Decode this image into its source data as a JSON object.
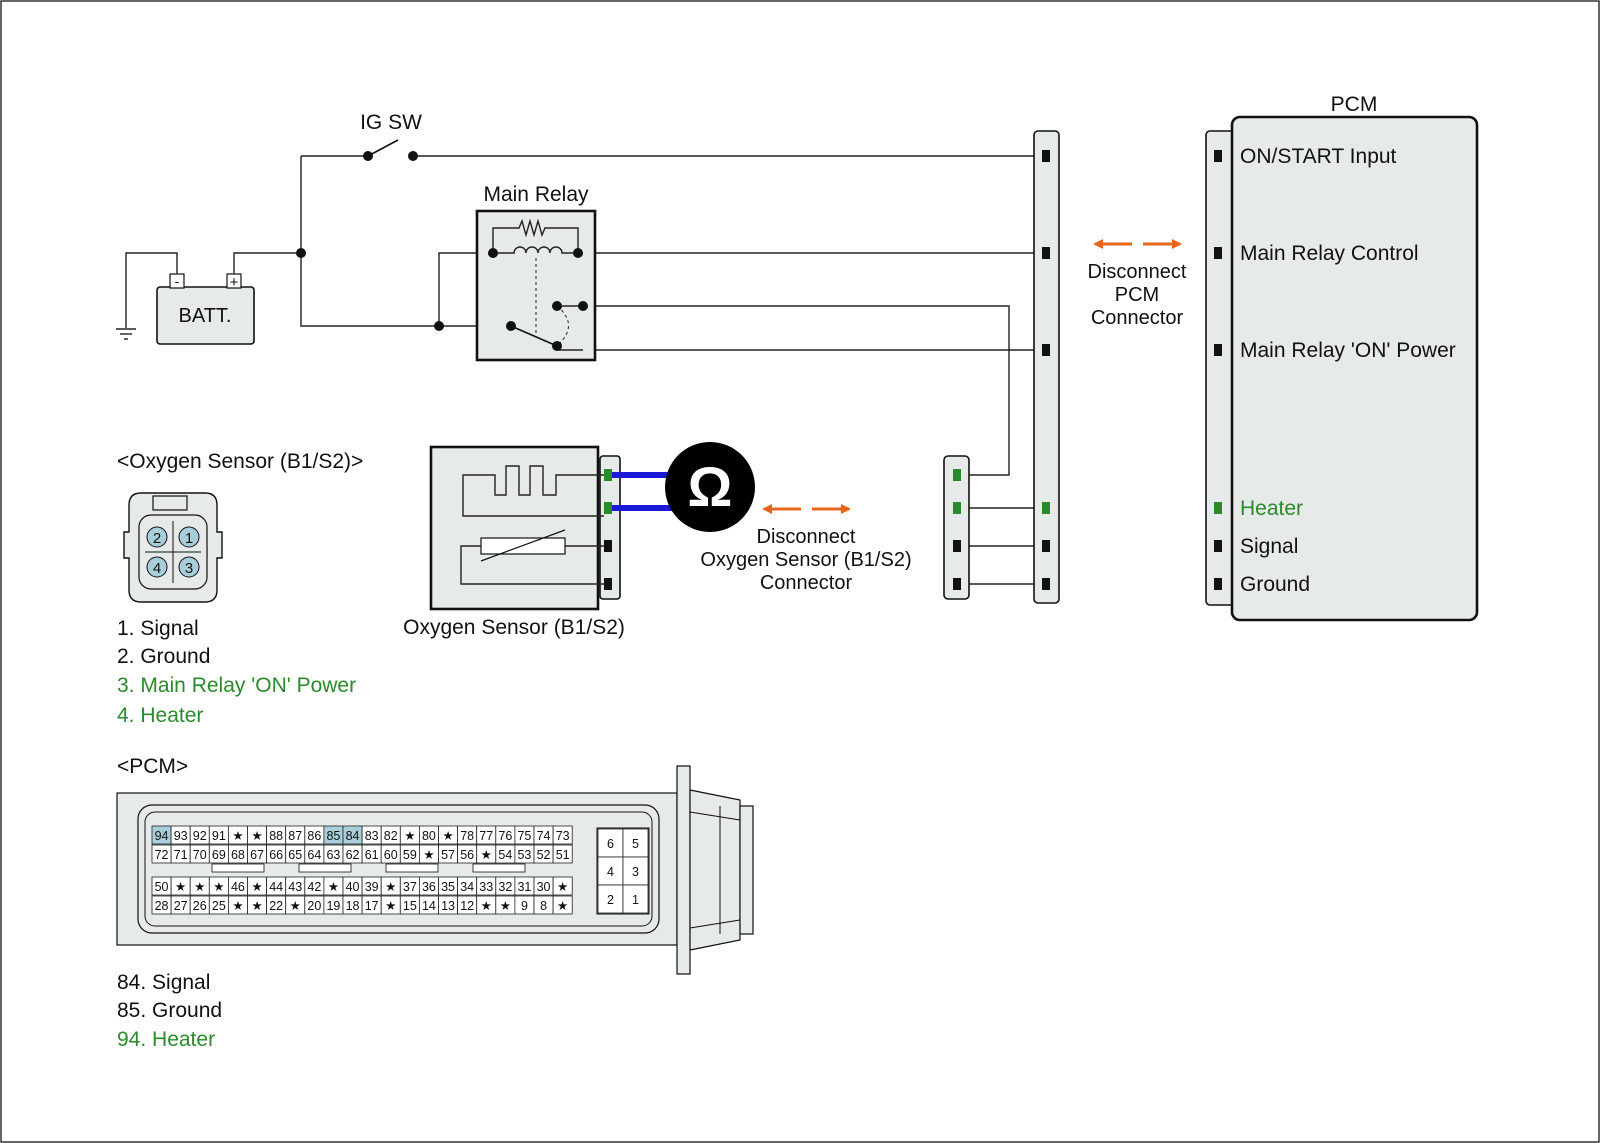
{
  "components": {
    "ig_sw": "IG SW",
    "main_relay": "Main Relay",
    "battery": "BATT.",
    "battery_neg": "-",
    "battery_pos": "+",
    "pcm_title": "PCM",
    "ohm_symbol": "Ω",
    "oxygen_sensor_label": "Oxygen Sensor (B1/S2)"
  },
  "pcm_pins": [
    {
      "label": "ON/START Input",
      "highlight": false
    },
    {
      "label": "Main Relay Control",
      "highlight": false
    },
    {
      "label": "Main Relay 'ON' Power",
      "highlight": false
    },
    {
      "label": "Heater",
      "highlight": true
    },
    {
      "label": "Signal",
      "highlight": false
    },
    {
      "label": "Ground",
      "highlight": false
    }
  ],
  "disconnect_pcm": [
    "Disconnect",
    "PCM",
    "Connector"
  ],
  "disconnect_o2": [
    "Disconnect",
    "Oxygen Sensor (B1/S2)",
    "Connector"
  ],
  "o2_connector": {
    "title": "<Oxygen Sensor (B1/S2)>",
    "pins": [
      "2",
      "1",
      "4",
      "3"
    ],
    "legend": [
      {
        "text": "1. Signal",
        "highlight": false
      },
      {
        "text": "2. Ground",
        "highlight": false
      },
      {
        "text": "3. Main Relay 'ON' Power",
        "highlight": true
      },
      {
        "text": "4. Heater",
        "highlight": true
      }
    ]
  },
  "pcm_connector": {
    "title": "<PCM>",
    "row1": [
      "94",
      "93",
      "92",
      "91",
      "★",
      "★",
      "88",
      "87",
      "86",
      "85",
      "84",
      "83",
      "82",
      "★",
      "80",
      "★",
      "78",
      "77",
      "76",
      "75",
      "74",
      "73"
    ],
    "row2": [
      "72",
      "71",
      "70",
      "69",
      "68",
      "67",
      "66",
      "65",
      "64",
      "63",
      "62",
      "61",
      "60",
      "59",
      "★",
      "57",
      "56",
      "★",
      "54",
      "53",
      "52",
      "51"
    ],
    "row3": [
      "50",
      "★",
      "★",
      "★",
      "46",
      "★",
      "44",
      "43",
      "42",
      "★",
      "40",
      "39",
      "★",
      "37",
      "36",
      "35",
      "34",
      "33",
      "32",
      "31",
      "30",
      "★"
    ],
    "row4": [
      "28",
      "27",
      "26",
      "25",
      "★",
      "★",
      "22",
      "★",
      "20",
      "19",
      "18",
      "17",
      "★",
      "15",
      "14",
      "13",
      "12",
      "★",
      "★",
      "9",
      "8",
      "★"
    ],
    "highlighted": [
      "94",
      "85",
      "84"
    ],
    "small_block": [
      [
        "6",
        "5"
      ],
      [
        "4",
        "3"
      ],
      [
        "2",
        "1"
      ]
    ],
    "legend": [
      {
        "text": "84. Signal",
        "highlight": false
      },
      {
        "text": "85. Ground",
        "highlight": false
      },
      {
        "text": "94. Heater",
        "highlight": true
      }
    ]
  },
  "colors": {
    "highlight_green": "#2b8a2b",
    "disconnect_arrow": "#e8661c",
    "meter_lead": "#1a1ad6",
    "pin_highlight": "#a8cfd9",
    "panel_fill": "#e6ebea"
  }
}
